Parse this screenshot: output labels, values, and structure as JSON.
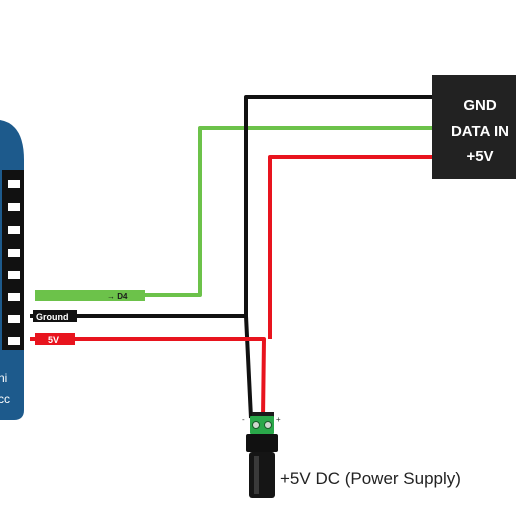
{
  "board": {
    "label_fragment_1": "ni",
    "label_fragment_2": "cc",
    "color": "#1d5a8c"
  },
  "pins": {
    "d4": "→ D4",
    "ground": "Ground",
    "five_v": "5V"
  },
  "led_strip": {
    "gnd": "GND",
    "data_in": "DATA IN",
    "plus_5v": "+5V"
  },
  "power_supply": {
    "label": "+5V DC (Power Supply)",
    "terminal_minus": "-",
    "terminal_plus": "+"
  },
  "colors": {
    "wire_green": "#6cc24a",
    "wire_black": "#111111",
    "wire_red": "#e8141e",
    "strip_box": "#222222",
    "terminal_green": "#2aa84a"
  }
}
